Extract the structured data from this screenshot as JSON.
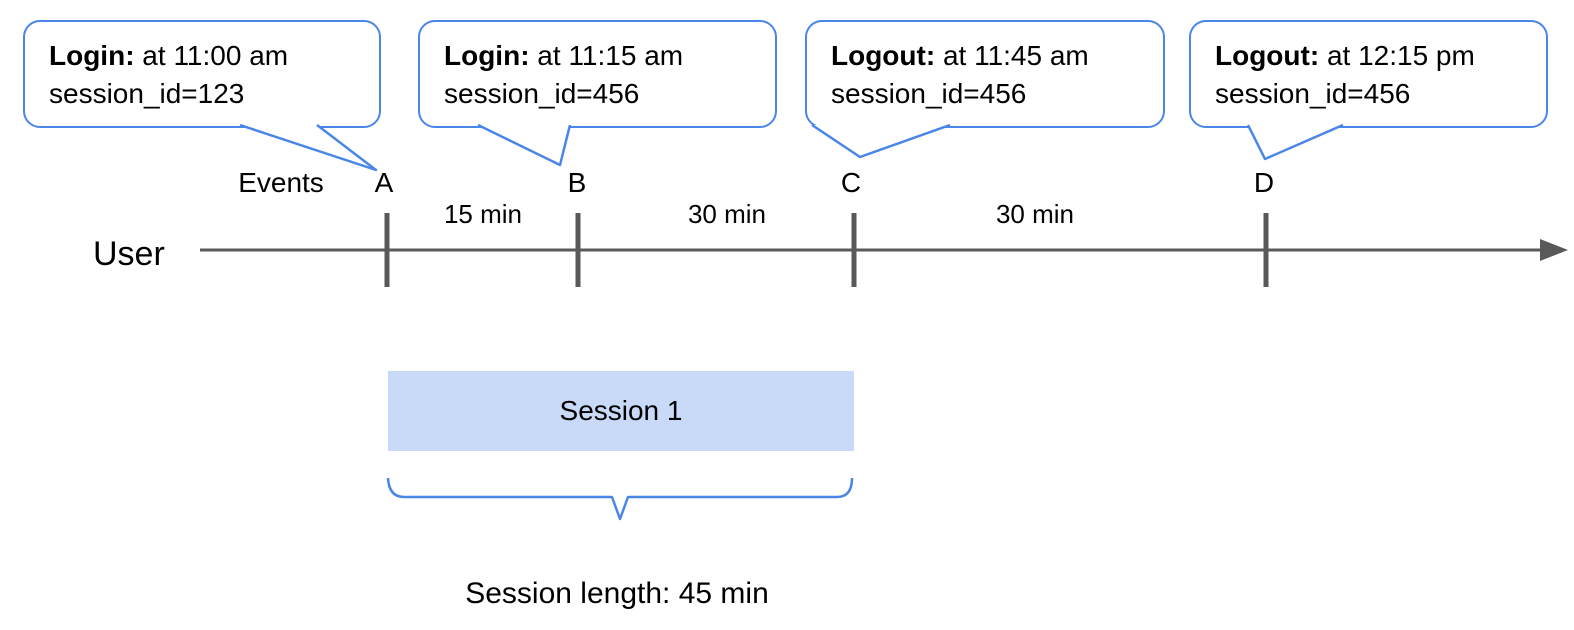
{
  "colors": {
    "accent_blue": "#4a86e8",
    "bar_fill": "#c9daf8",
    "timeline_gray": "#595959"
  },
  "callouts": [
    {
      "event": "Login:",
      "time": " at 11:00 am",
      "session_id": "session_id=123",
      "marker": "A"
    },
    {
      "event": "Login:",
      "time": " at 11:15 am",
      "session_id": "session_id=456",
      "marker": "B"
    },
    {
      "event": "Logout:",
      "time": " at 11:45 am",
      "session_id": "session_id=456",
      "marker": "C"
    },
    {
      "event": "Logout:",
      "time": " at 12:15 pm",
      "session_id": "session_id=456",
      "marker": "D"
    }
  ],
  "timeline": {
    "axis_label": "Events",
    "actor_label": "User",
    "markers": [
      "A",
      "B",
      "C",
      "D"
    ],
    "intervals": [
      "15 min",
      "30 min",
      "30 min"
    ]
  },
  "session": {
    "bar_label": "Session 1",
    "length_label": "Session length: 45 min"
  }
}
